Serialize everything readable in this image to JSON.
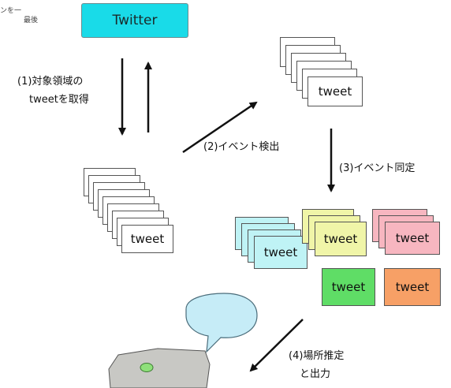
{
  "source_node": {
    "label": "Twitter"
  },
  "steps": {
    "step1": [
      "(1)対象領域の",
      "tweetを取得"
    ],
    "step2": "(2)イベント検出",
    "step3": "(3)イベント同定",
    "step4": [
      "(4)場所推定",
      "と出力"
    ]
  },
  "card_label": "tweet",
  "clusters": [
    {
      "name": "cyan",
      "color": "#bff3f5"
    },
    {
      "name": "yellow",
      "color": "#f0f5a8"
    },
    {
      "name": "pink",
      "color": "#f7b6c0"
    },
    {
      "name": "green",
      "color": "#5fdd66"
    },
    {
      "name": "orange",
      "color": "#f7a066"
    }
  ],
  "fragment": {
    "top": "ンを一",
    "bottom": "最後"
  }
}
